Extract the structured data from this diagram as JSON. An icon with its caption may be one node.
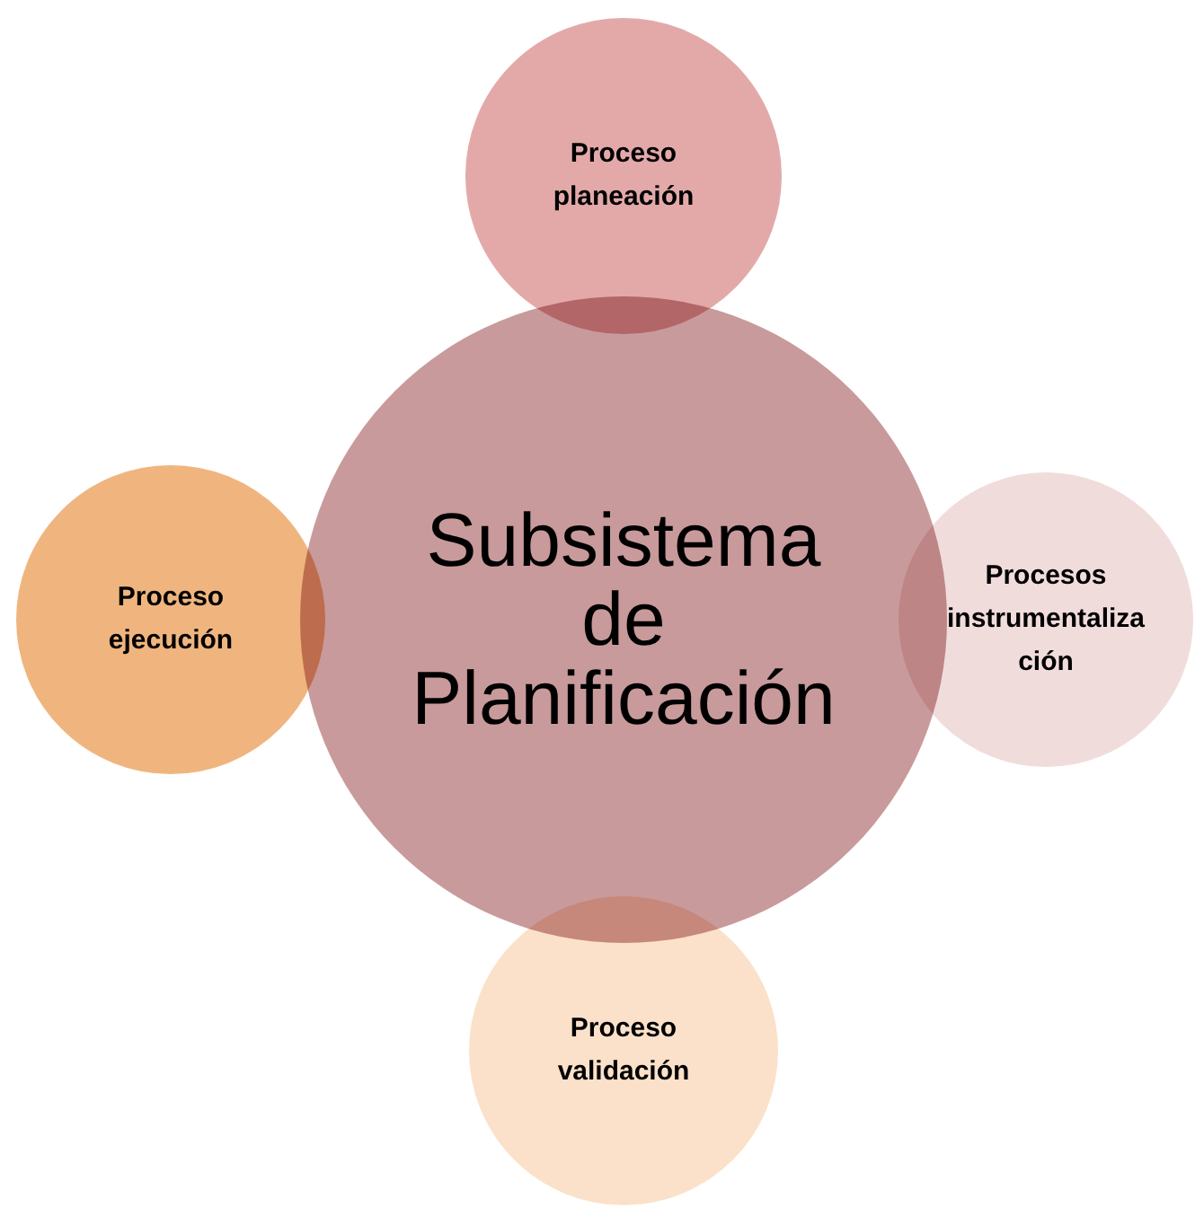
{
  "diagram": {
    "nodes": [
      {
        "text": [
          "Subsistema de Planificación"
        ]
      },
      {
        "text": [
          "Proceso planeación"
        ]
      },
      {
        "text": [
          "Procesos instrumentalización"
        ]
      },
      {
        "text": [
          "Proceso validación"
        ]
      },
      {
        "text": [
          "Proceso ejecución"
        ]
      }
    ]
  }
}
